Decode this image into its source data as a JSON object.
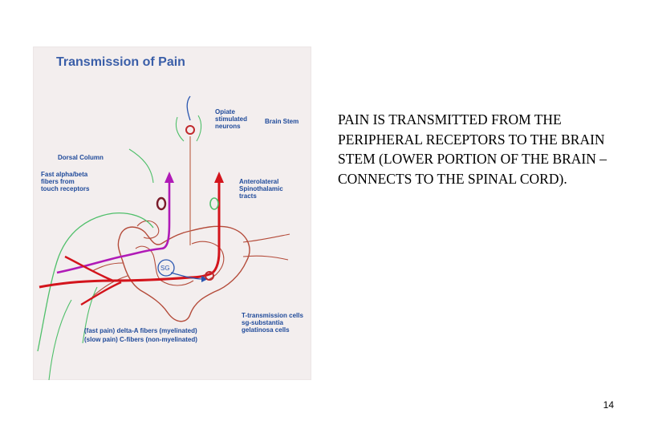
{
  "figure": {
    "title": "Transmission of Pain",
    "labels": {
      "opiate": "Opiate\nstimulated\nneurons",
      "brain_stem": "Brain Stem",
      "dorsal_column": "Dorsal Column",
      "fast_fibers": "Fast alpha/beta\nfibers from\ntouch receptors",
      "anterolateral": "Anterolateral\nSpinothalamic\ntracts",
      "sg": "SG",
      "t_transmission": "T-transmission cells\nsg-substantia\n     gelatinosa cells",
      "fast_pain": "(fast pain) delta-A fibers (myelinated)",
      "slow_pain": "(slow pain) C-fibers (non-myelinated)"
    },
    "colors": {
      "title": "#3a5ea8",
      "label": "#1f4a9a",
      "red_pathway": "#d3141c",
      "magenta_pathway": "#b01ab7",
      "green_fibers": "#4fbf6a",
      "spinal_outline": "#b44b3a",
      "blue_interneuron": "#2a56b0"
    }
  },
  "text": {
    "body": "PAIN IS TRANSMITTED FROM THE PERIPHERAL RECEPTORS TO THE BRAIN STEM (LOWER PORTION OF THE BRAIN – CONNECTS TO THE SPINAL CORD).",
    "page_number": "14"
  }
}
